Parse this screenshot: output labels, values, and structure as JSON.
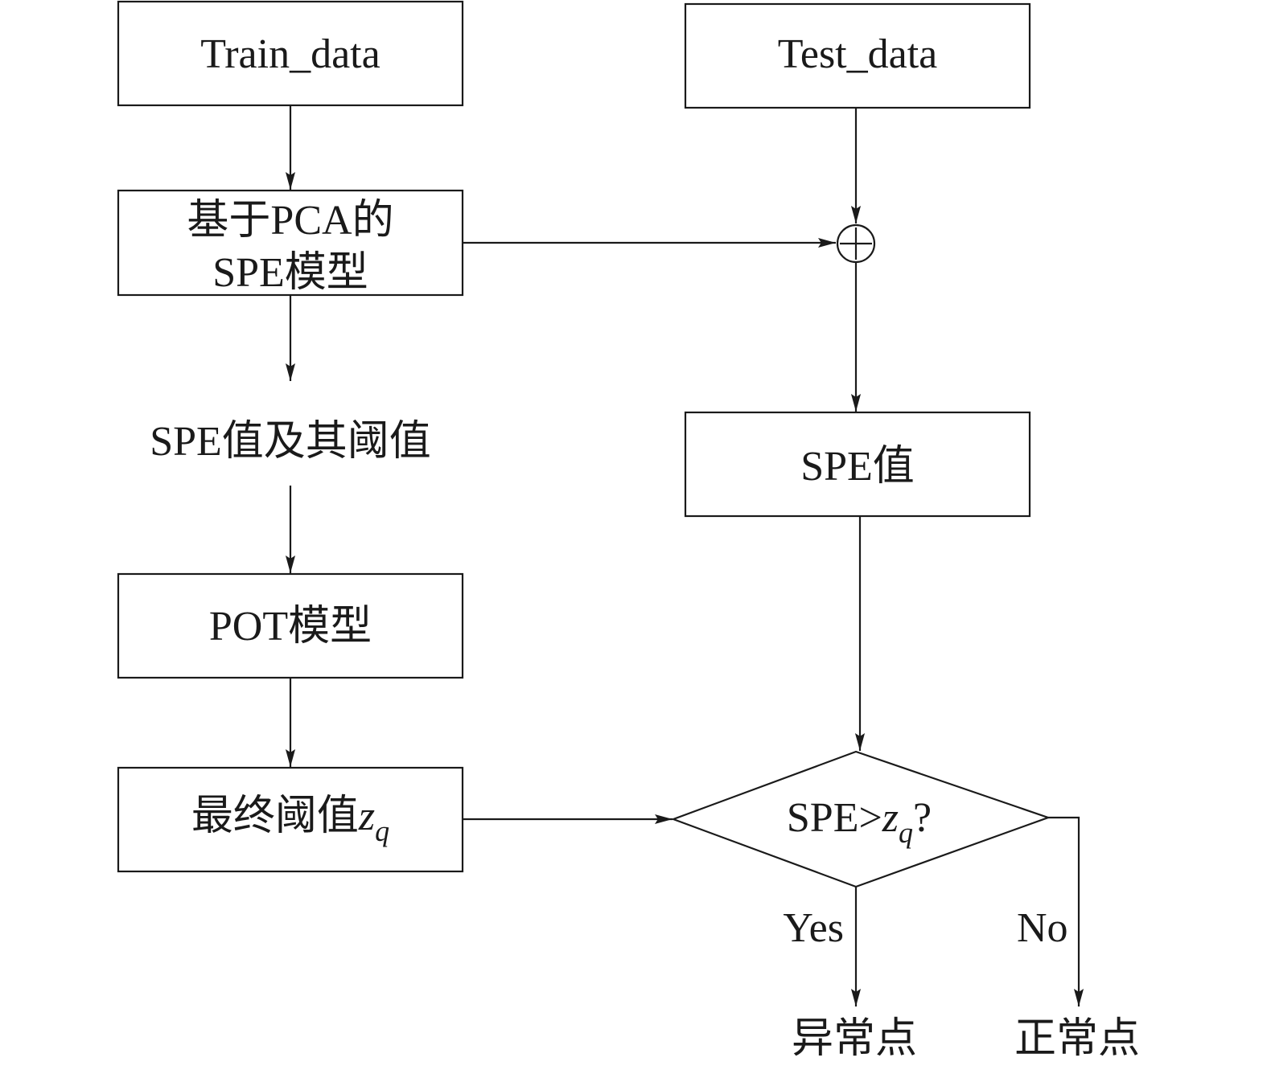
{
  "nodes": {
    "train_data": "Train_data",
    "test_data": "Test_data",
    "pca_model_line1": "基于PCA的",
    "pca_model_line2": "SPE模型",
    "spe_threshold": "SPE值及其阈值",
    "spe_value": "SPE值",
    "pot_model": "POT模型",
    "final_threshold_prefix": "最终阈值",
    "final_threshold_var": "z",
    "final_threshold_sub": "q",
    "decision_prefix": "SPE>",
    "decision_var": "z",
    "decision_sub": "q",
    "decision_suffix": "?",
    "anomaly": "异常点",
    "normal": "正常点"
  },
  "edges": {
    "yes_label": "Yes",
    "no_label": "No"
  }
}
